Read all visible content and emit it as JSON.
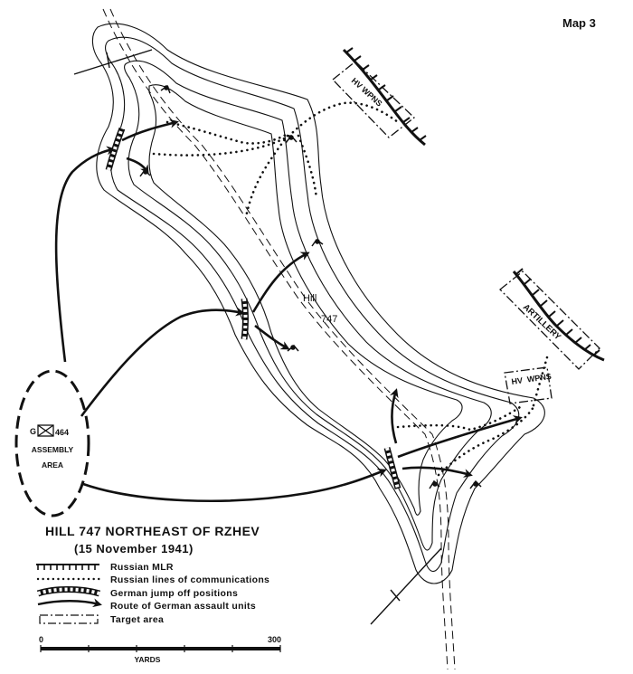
{
  "map_number": "Map 3",
  "title": {
    "line1": "HILL 747 NORTHEAST OF RZHEV",
    "line2": "(15 November 1941)"
  },
  "hill_label": "Hill",
  "hill_number": "747",
  "unit": {
    "prefix": "G",
    "number": "464",
    "assembly_line1": "ASSEMBLY",
    "assembly_line2": "AREA"
  },
  "targets": {
    "hv_wpns_north": "HV WPNS",
    "hv_wpns_south_line1": "HV",
    "hv_wpns_south_line2": "WPNS",
    "artillery": "ARTILLERY"
  },
  "legend": [
    {
      "symbol": "mlr",
      "label": "Russian MLR"
    },
    {
      "symbol": "dots",
      "label": "Russian lines of communications"
    },
    {
      "symbol": "jumpoff",
      "label": "German jump off positions"
    },
    {
      "symbol": "arrow",
      "label": "Route of German assault units"
    },
    {
      "symbol": "target",
      "label": "Target area"
    }
  ],
  "scale": {
    "start": "0",
    "end": "300",
    "unit": "YARDS"
  }
}
